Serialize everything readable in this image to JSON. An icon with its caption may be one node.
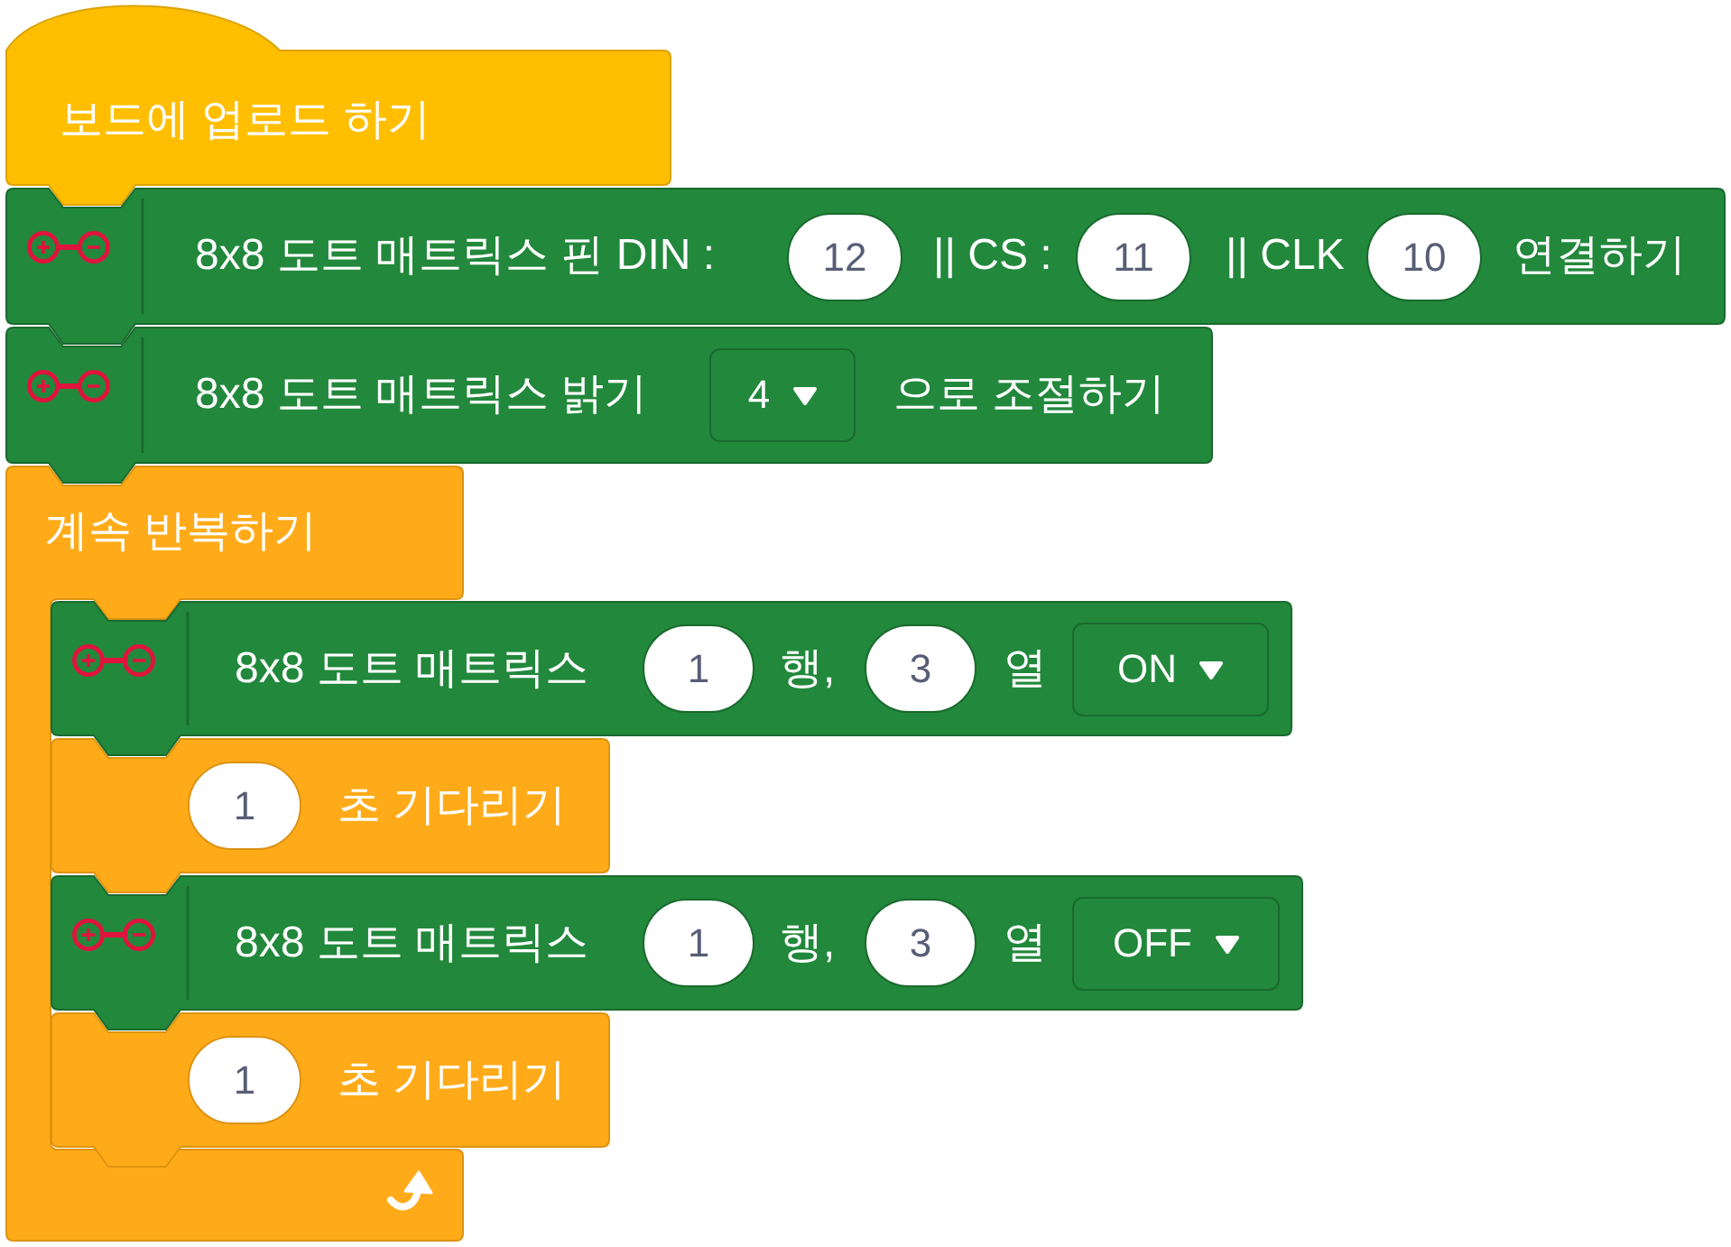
{
  "diagram": {
    "nodes": [
      {
        "text": [
          "보드에 업로드 하기"
        ]
      },
      {
        "text": [
          "8x8 도트 매트릭스 핀 DIN :",
          "|| CS :",
          "|| CLK",
          "연결하기"
        ]
      },
      {
        "text": [
          "12"
        ],
        "in": 1
      },
      {
        "text": [
          "11"
        ],
        "in": 1
      },
      {
        "text": [
          "10"
        ],
        "in": 1
      },
      {
        "text": [
          "8x8 도트 매트릭스 밝기",
          "으로 조절하기"
        ]
      },
      {
        "text": [
          "4"
        ],
        "in": 5
      },
      {
        "text": [
          "계속 반복하기"
        ]
      },
      {
        "text": [
          "8x8 도트 매트릭스",
          "행,",
          "열"
        ]
      },
      {
        "text": [
          "1"
        ],
        "in": 8
      },
      {
        "text": [
          "3"
        ],
        "in": 8
      },
      {
        "text": [
          "ON"
        ],
        "in": 8
      },
      {
        "text": [
          "초 기다리기"
        ]
      },
      {
        "text": [
          "1"
        ],
        "in": 12
      },
      {
        "text": [
          "8x8 도트 매트릭스",
          "행,",
          "열"
        ]
      },
      {
        "text": [
          "1"
        ],
        "in": 14
      },
      {
        "text": [
          "3"
        ],
        "in": 14
      },
      {
        "text": [
          "OFF"
        ],
        "in": 14
      },
      {
        "text": [
          "초 기다리기"
        ]
      },
      {
        "text": [
          "1"
        ],
        "in": 18
      }
    ]
  }
}
